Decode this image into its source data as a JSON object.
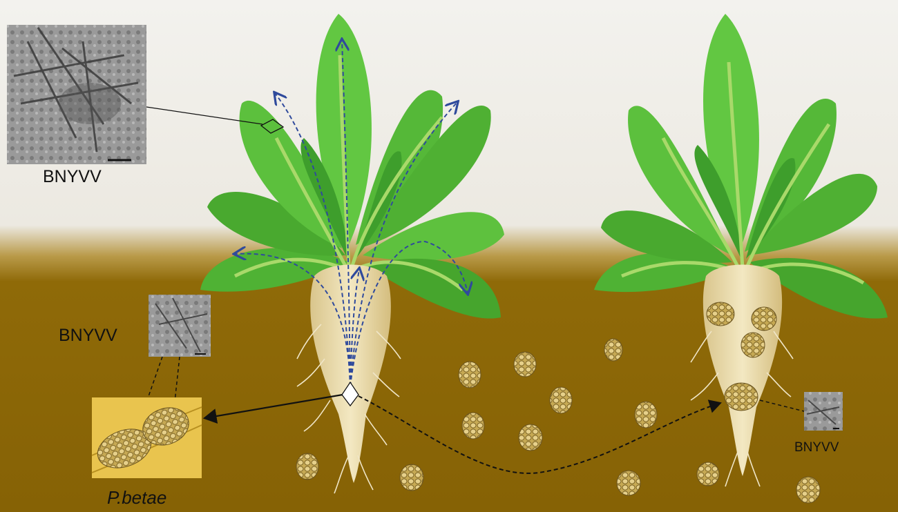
{
  "labels": {
    "virus_top": "BNYVV",
    "virus_mid": "BNYVV",
    "virus_right": "BNYVV",
    "vector": "P.betae"
  },
  "colors": {
    "sky": "#f1f0ec",
    "soil": "#8f6a08",
    "leaf": "#5cbf3c",
    "leaf_dark": "#3e9e2c",
    "root": "#eddfb2",
    "spore": "#c6a954",
    "movement_arrow": "#2f4a9c",
    "vector_panel": "#e9c44e"
  }
}
